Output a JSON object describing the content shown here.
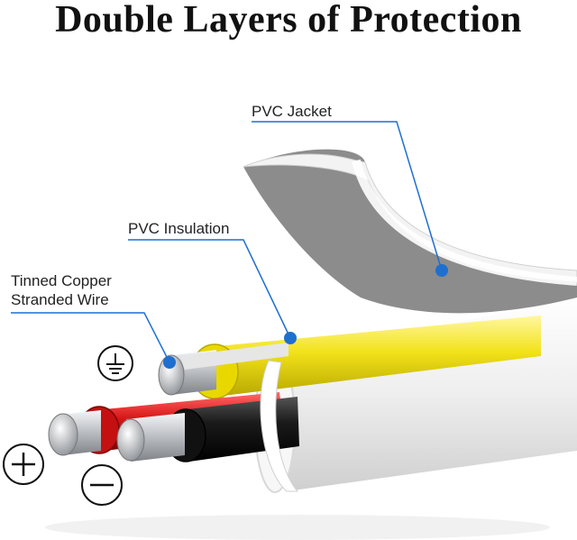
{
  "title": "Double Layers of Protection",
  "callouts": {
    "jacket": "PVC Jacket",
    "insulation": "PVC Insulation",
    "copper_line1": "Tinned Copper",
    "copper_line2": "Stranded Wire"
  },
  "symbols": {
    "ground": "ground-icon",
    "positive": "plus-icon",
    "negative": "minus-icon"
  },
  "colors": {
    "callout_line": "#1f6fd0",
    "jacket": "#eeeeee",
    "jacket_inner": "#8a8a8a",
    "insulation_yellow": "#f4e61c",
    "insulation_red": "#d81515",
    "insulation_black": "#1a1a1a",
    "copper": "#c9ccd0"
  }
}
